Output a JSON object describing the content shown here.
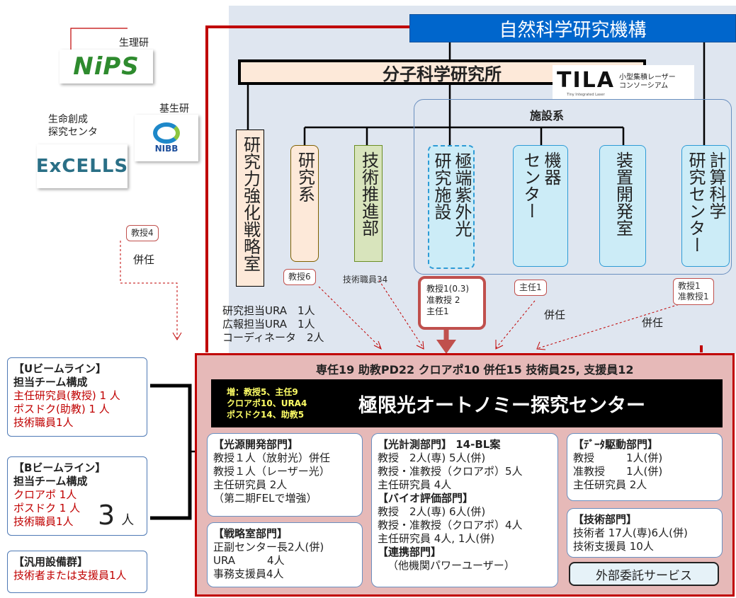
{
  "header": {
    "nins": "自然科学研究機構",
    "ims": "分子科学研究所",
    "tila_logo": "TILA",
    "tila_caption_1": "小型集積レーザー",
    "tila_caption_2": "コンソーシアム",
    "tila_tagline": "Tiny Integrated Laser"
  },
  "institutes": {
    "nips_label": "生理研",
    "nips_logo": "NiPS",
    "nibb_label": "基生研",
    "nibb_logo": "NIBB",
    "exccls_label_1": "生命創成",
    "exccls_label_2": "探究センタ",
    "exccls_logo": "ExCELLS"
  },
  "facility": {
    "title": "施設系"
  },
  "units": [
    {
      "label": "研究力強化戦略室"
    },
    {
      "label": "研究系"
    },
    {
      "label": "技術推進部"
    },
    {
      "label_1": "極端紫外光",
      "label_2": "研究施設"
    },
    {
      "label_1": "機器",
      "label_2": "センター"
    },
    {
      "label": "装置開発室"
    },
    {
      "label_1": "計算科学",
      "label_2": "研究センター"
    }
  ],
  "staff": {
    "left_pill": "教授4",
    "left_note": "併任",
    "kenkyu_pill": "教授6",
    "gijutsu_note": "技術職員34",
    "uvsor_pill_1": "教授1(0.3)",
    "uvsor_pill_2": "准教授 2",
    "uvsor_pill_3": "主任1",
    "kiki_pill": "主任1",
    "keisan_pill_1": "教授1",
    "keisan_pill_2": "准教授1",
    "kenpei_1": "併任",
    "kenpei_2": "併任",
    "ura_1": "研究担当URA　1人",
    "ura_2": "広報担当URA　1人",
    "ura_3": "コーディネータ　2人"
  },
  "center": {
    "summary": "専任19 助教PD22 クロアポ10 併任15 技術員25, 支援員12",
    "increase_1": "増：教授5、主任9",
    "increase_2": "クロアポ10、URA4",
    "increase_3": "ポスドク14、助教5",
    "name": "極限光オートノミー探究センター"
  },
  "departments": {
    "light_source": {
      "title": "【光源開発部門】",
      "lines": [
        "教授１人（放射光）併任",
        "教授１人（レーザー光）",
        "主任研究員 2人",
        "（第二期FELで増強）"
      ]
    },
    "strategy": {
      "title": "【戦略室部門】",
      "lines": [
        "正副センター長2人(併)",
        "URA　　　4人",
        "事務支援員4人"
      ]
    },
    "measurement": {
      "title": "【光計測部門】 14-BL案",
      "lines": [
        "教授　2人(専) 5人(併)",
        "教授・准教授（クロアポ）5人",
        "主任研究員 4人"
      ]
    },
    "bio": {
      "title": "【バイオ評価部門】",
      "lines": [
        "教授　2人(専) 6人(併)",
        "教授・准教授（クロアポ）4人",
        "主任研究員 4人, 1人(併)"
      ]
    },
    "collab": {
      "title": "【連携部門】",
      "lines": [
        "（他機関パワーユーザー）"
      ]
    },
    "data": {
      "title": "【ﾃﾞｰﾀ駆動部門】",
      "lines": [
        "教授　　　1人(併)",
        "准教授　　1人(併)",
        "主任研究員 2人"
      ]
    },
    "tech": {
      "title": "【技術部門】",
      "lines": [
        "技術者 17人(専)6人(併)",
        "技術支援員 10人"
      ]
    },
    "outsourcing": "外部委託サービス"
  },
  "beamlines": {
    "u": {
      "title": "【Uビームライン】",
      "team": "担当チーム構成",
      "lines": [
        "主任研究員(教授) 1 人",
        "ポスドク(助教) 1 人",
        "技術職員1人"
      ]
    },
    "b": {
      "title": "【Bビームライン】",
      "team": "担当チーム構成",
      "lines": [
        "クロアポ 1人",
        "ポスドク 1 人",
        "技術職員1人"
      ]
    },
    "count_num": "3",
    "count_unit": "人",
    "general": {
      "title": "【汎用設備群】",
      "line": "技術者または支援員1人"
    }
  },
  "colors": {
    "nins_blue": "#0066cc",
    "frame_red": "#c00000",
    "center_pink": "#e6b9b8",
    "ims_peach": "#fde9d9",
    "cyan": "#ccecf7",
    "green": "#d8e4bc"
  }
}
